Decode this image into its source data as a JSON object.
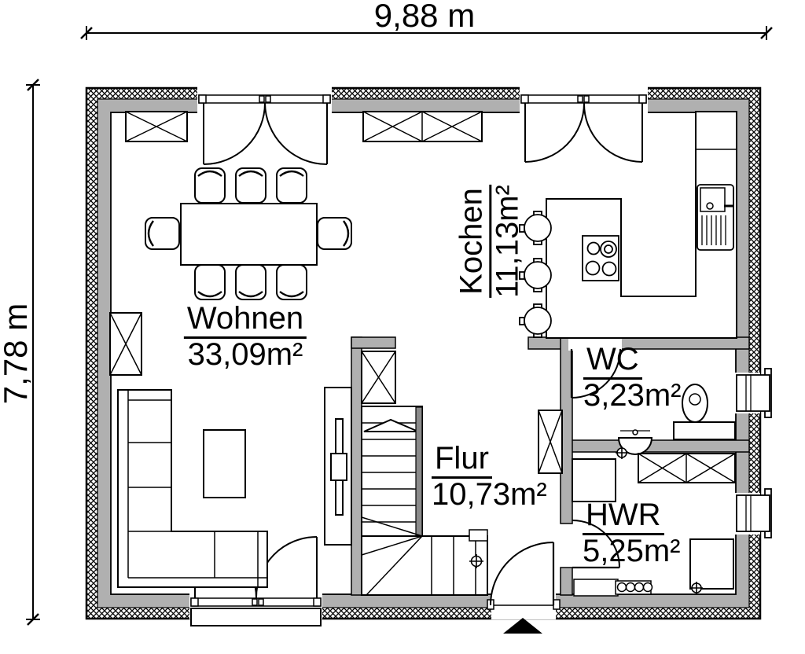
{
  "dimensions": {
    "width": "9,88 m",
    "height": "7,78 m"
  },
  "rooms": {
    "wohnen": {
      "name": "Wohnen",
      "area": "33,09m²"
    },
    "kochen": {
      "name": "Kochen",
      "area": "11,13m²"
    },
    "wc": {
      "name": "WC",
      "area": "3,23m²"
    },
    "flur": {
      "name": "Flur",
      "area": "10,73m²"
    },
    "hwr": {
      "name": "HWR",
      "area": "5,25m²"
    }
  },
  "colors": {
    "wall_gray": "#b0b0b0",
    "line": "#000000",
    "background": "#ffffff"
  }
}
